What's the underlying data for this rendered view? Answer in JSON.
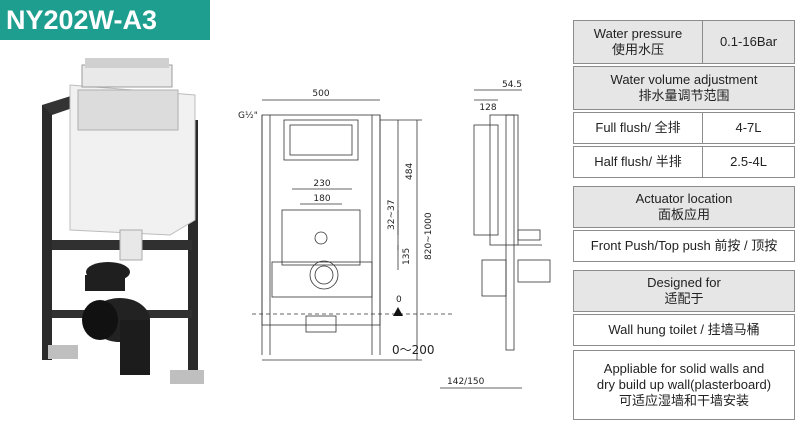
{
  "model": "NY202W-A3",
  "drawing_labels": {
    "width_total": "500",
    "width_230": "230",
    "width_180": "180",
    "pipe": "G½\"",
    "h_484": "484",
    "h_32_37": "32~37",
    "h_820_1000": "820~1000",
    "h_135": "135",
    "zero": "0",
    "range_0_200": "0～200",
    "side_545": "54.5",
    "side_128": "128",
    "side_142_150": "142/150"
  },
  "specs": {
    "water_pressure_label": "Water pressure\n使用水压",
    "water_pressure_value": "0.1-16Bar",
    "volume_header": "Water volume adjustment\n排水量调节范围",
    "full_flush_label": "Full flush/ 全排",
    "full_flush_value": "4-7L",
    "half_flush_label": "Half flush/ 半排",
    "half_flush_value": "2.5-4L",
    "actuator_header": "Actuator location\n面板应用",
    "actuator_value": "Front Push/Top push  前按 / 顶按",
    "designed_header": "Designed for\n适配于",
    "designed_value": "Wall hung toilet  / 挂墙马桶",
    "appliable_text": "Appliable for solid walls and\ndry build up wall(plasterboard)\n可适应湿墙和干墙安装"
  },
  "colors": {
    "brand": "#1e9e8e",
    "table_border": "#8c8c8c",
    "header_fill": "#e6e6e6"
  }
}
